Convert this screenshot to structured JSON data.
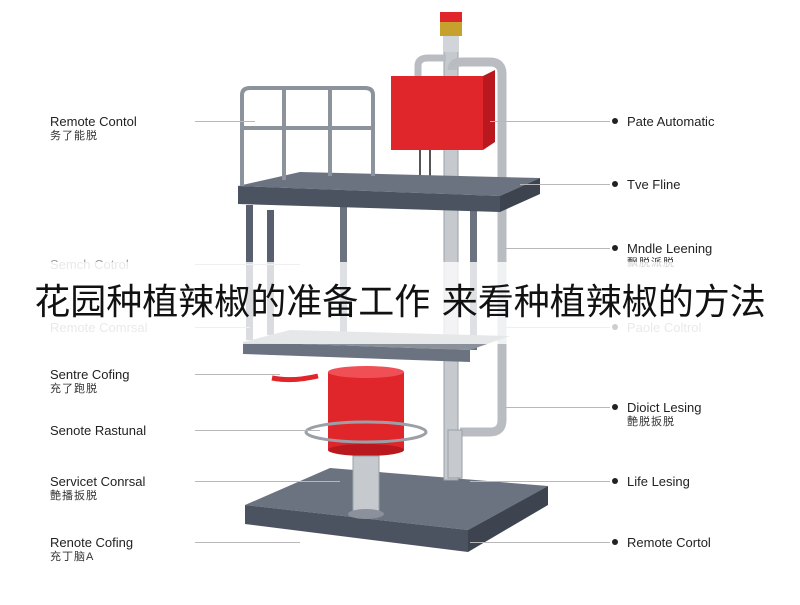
{
  "banner": {
    "title": "花园种植辣椒的准备工作 来看种植辣椒的方法"
  },
  "labels_left": [
    {
      "line1": "Remote Contol",
      "line2": "务了能脱"
    },
    {
      "line1": "Semch Cotrol",
      "line2": ""
    },
    {
      "line1": "Remote Comrsal",
      "line2": ""
    },
    {
      "line1": "Sentre Cofing",
      "line2": "充了跑脱"
    },
    {
      "line1": "Senote Rastunal",
      "line2": ""
    },
    {
      "line1": "Servicet Conrsal",
      "line2": "艶播扳脱"
    },
    {
      "line1": "Renote Cofing",
      "line2": "充丁脑A"
    }
  ],
  "labels_right": [
    {
      "line1": "Pate Automatic",
      "line2": ""
    },
    {
      "line1": "Tve Fline",
      "line2": ""
    },
    {
      "line1": "Mndle Leening",
      "line2": "飘脱派脱"
    },
    {
      "line1": "Paole Coltrol",
      "line2": ""
    },
    {
      "line1": "Dioict Lesing",
      "line2": "艶脱扳脱"
    },
    {
      "line1": "Life Lesing",
      "line2": ""
    },
    {
      "line1": "Remote Cortol",
      "line2": ""
    }
  ],
  "colors": {
    "frame": "#5a6270",
    "red": "#e0252b",
    "pipe": "#b9bdc2",
    "leader": "#b8b8b8"
  }
}
